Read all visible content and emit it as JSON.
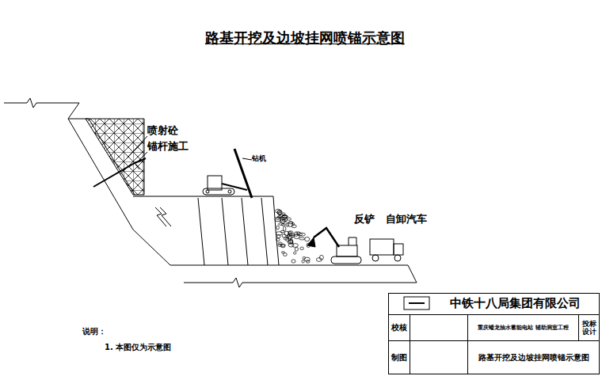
{
  "diagram": {
    "title": "路基开挖及边坡挂网喷锚示意图",
    "labels": [
      "喷射砼",
      "锚杆施工",
      "钻机",
      "反铲",
      "自卸汽车",
      "说明：",
      "1. 本图仅为示意图",
      "中铁十八局集团有限公司",
      "校核",
      "重庆蟠龙抽水蓄能电站 辅助洞室工程",
      "投标 设计",
      "制图",
      "路基开挖及边坡挂网喷锚示意图"
    ]
  }
}
